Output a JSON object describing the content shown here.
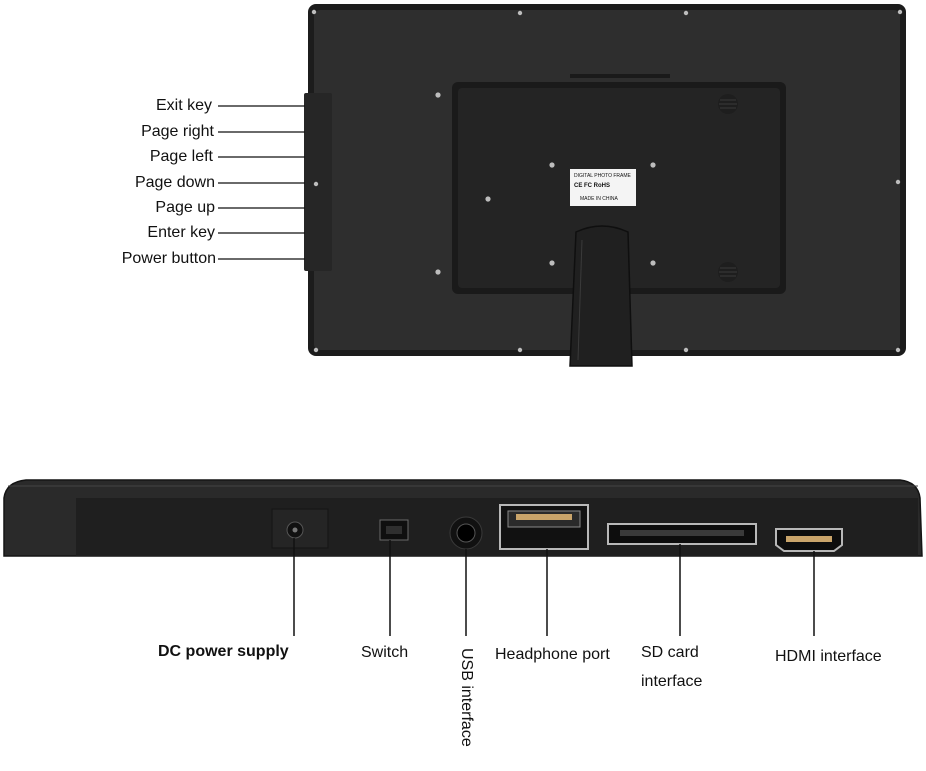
{
  "back_labels": [
    "Exit key",
    "Page right",
    "Page left",
    "Page down",
    "Page up",
    "Enter key",
    "Power button"
  ],
  "port_labels": {
    "dc": "DC power supply",
    "switch": "Switch",
    "usb": "USB interface",
    "headphone": "Headphone port",
    "sd_line1": "SD card",
    "sd_line2": "interface",
    "hdmi": "HDMI interface"
  },
  "sticker": {
    "line1": "DIGITAL PHOTO FRAME",
    "line2": "CE FC RoHS",
    "line3": "MADE IN CHINA"
  },
  "colors": {
    "frame": "#2b2b2b",
    "frame_edge": "#1a1a1a",
    "panel": "#222222",
    "leader_line": "#111111"
  }
}
